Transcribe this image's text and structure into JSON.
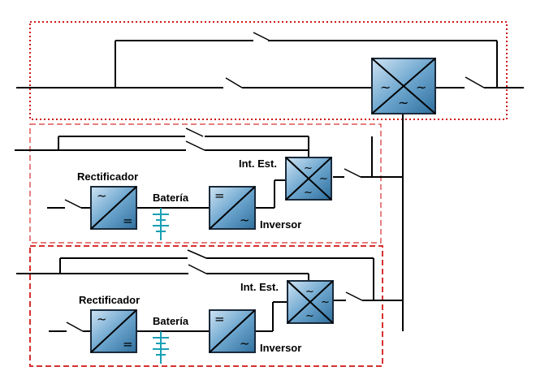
{
  "labels": {
    "rectificador": "Rectificador",
    "bateria": "Batería",
    "inversor": "Inversor",
    "int_est": "Int. Est."
  },
  "symbols": {
    "ac": "~",
    "dc": "="
  },
  "colors": {
    "wire": "#000000",
    "box_fill": "#5a97bf",
    "box_stroke": "#1a2a3a",
    "battery": "#19a0b4",
    "frame_dotted": "#cc1a1a",
    "frame_dashed": "#d63030"
  }
}
